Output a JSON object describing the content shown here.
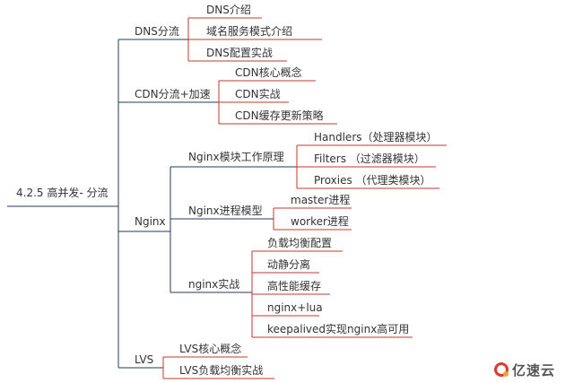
{
  "root": {
    "label": "4.2.5 高并发- 分流"
  },
  "branches": {
    "dns": {
      "label": "DNS分流",
      "children": [
        "DNS介绍",
        "域名服务模式介绍",
        "DNS配置实战"
      ]
    },
    "cdn": {
      "label": "CDN分流+加速",
      "children": [
        "CDN核心概念",
        "CDN实战",
        "CDN缓存更新策略"
      ]
    },
    "nginx": {
      "label": "Nginx",
      "module": {
        "label": "Nginx模块工作原理",
        "children": [
          "Handlers（处理器模块）",
          "Filters （过滤器模块）",
          "Proxies （代理类模块）"
        ]
      },
      "process": {
        "label": "Nginx进程模型",
        "children": [
          "master进程",
          "worker进程"
        ]
      },
      "practice": {
        "label": "nginx实战",
        "children": [
          "负载均衡配置",
          "动静分离",
          "高性能缓存",
          "nginx+lua",
          "keepalived实现nginx高可用"
        ]
      }
    },
    "lvs": {
      "label": "LVS",
      "children": [
        "LVS核心概念",
        "LVS负载均衡实战"
      ]
    }
  },
  "watermark": {
    "brand": "亿速云",
    "icon": "yisu-cloud-logo-icon"
  },
  "colors": {
    "branch_line": "#1f3b5a",
    "leaf_line": "#c0392b",
    "text": "#333333"
  }
}
